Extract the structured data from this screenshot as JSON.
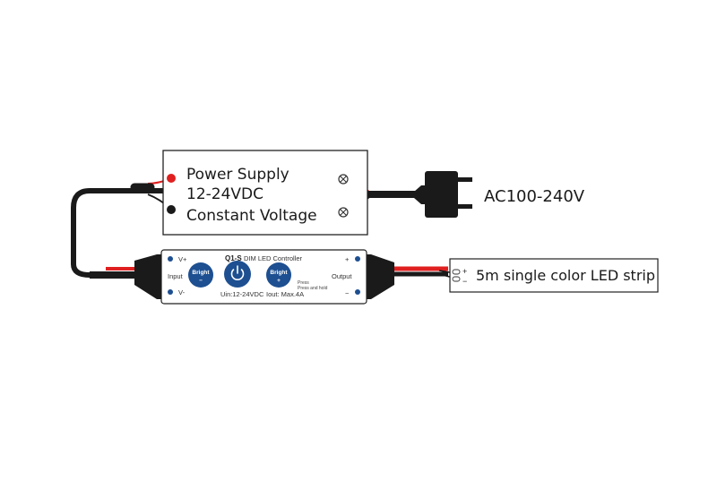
{
  "power_supply": {
    "title": "Power Supply",
    "voltage": "12-24VDC",
    "mode": "Constant Voltage"
  },
  "ac_input": {
    "label": "AC100-240V"
  },
  "controller": {
    "model": "Q1-S",
    "name": "DIM LED Controller",
    "input_label": "Input",
    "output_label": "Output",
    "v_plus": "V+",
    "v_minus": "V-",
    "out_plus": "+",
    "out_minus": "−",
    "button_left": {
      "label": "Bright",
      "sign": "−"
    },
    "button_right": {
      "label": "Bright",
      "sign": "+"
    },
    "press_note_1": "Press",
    "press_note_2": "Press and hold",
    "uin": "Uin:12-24VDC",
    "iout": "Iout: Max.4A"
  },
  "led_strip": {
    "label": "5m single color LED strip",
    "plus": "+",
    "minus": "−"
  },
  "colors": {
    "wire_black": "#1a1a1a",
    "wire_red": "#e02020",
    "button_blue": "#1d4f91",
    "terminal_blue": "#1d4f91"
  }
}
